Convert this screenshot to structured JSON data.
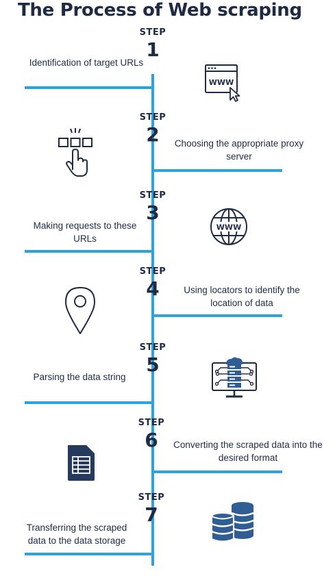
{
  "title": "The Process of Web scraping",
  "colors": {
    "accent_line": "#29a4e0",
    "dark_navy": "#1f2a44",
    "icon_blue": "#2f5d94"
  },
  "steps": [
    {
      "word": "STEP",
      "number": "1",
      "label": "Identification of target URLs",
      "icon": "www-browser-cursor-icon"
    },
    {
      "word": "STEP",
      "number": "2",
      "label": "Choosing the appropriate proxy server",
      "icon": "hand-click-icon"
    },
    {
      "word": "STEP",
      "number": "3",
      "label": "Making requests to these URLs",
      "icon": "www-globe-icon"
    },
    {
      "word": "STEP",
      "number": "4",
      "label": "Using locators to identify the location of data",
      "icon": "location-pin-icon"
    },
    {
      "word": "STEP",
      "number": "5",
      "label": "Parsing the data string",
      "icon": "data-server-monitor-icon"
    },
    {
      "word": "STEP",
      "number": "6",
      "label": "Converting the scraped data into the desired format",
      "icon": "spreadsheet-file-icon"
    },
    {
      "word": "STEP",
      "number": "7",
      "label": "Transferring the scraped data to the data storage",
      "icon": "database-storage-icon"
    }
  ]
}
